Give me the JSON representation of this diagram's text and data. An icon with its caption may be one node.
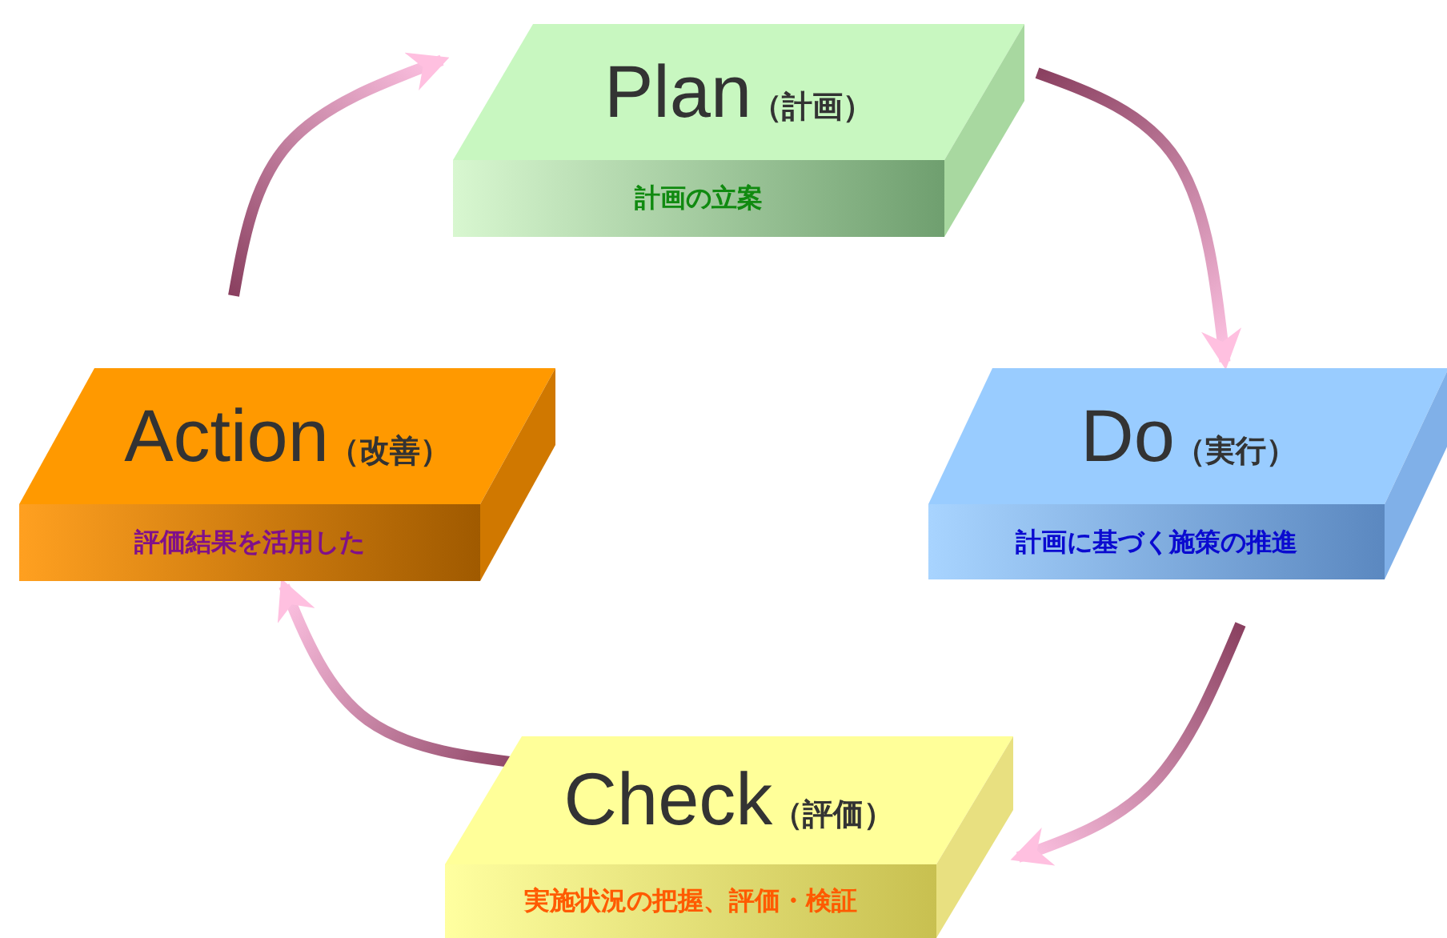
{
  "diagram": {
    "nodes": [
      {
        "text": [
          "Plan",
          "（計画）",
          "計画の立案"
        ]
      },
      {
        "text": [
          "Do",
          "（実行）",
          "計画に基づく施策の推進"
        ]
      },
      {
        "text": [
          "Check",
          "（評価）",
          "実施状況の把握、評価・検証"
        ]
      },
      {
        "text": [
          "Action",
          "（改善）",
          "評価結果を活用した"
        ]
      }
    ],
    "edges": [
      {
        "from": 0,
        "to": 1,
        "arrow": "to"
      },
      {
        "from": 1,
        "to": 2,
        "arrow": "to"
      },
      {
        "from": 2,
        "to": 3,
        "arrow": "to"
      },
      {
        "from": 3,
        "to": 0,
        "arrow": "to"
      }
    ]
  }
}
